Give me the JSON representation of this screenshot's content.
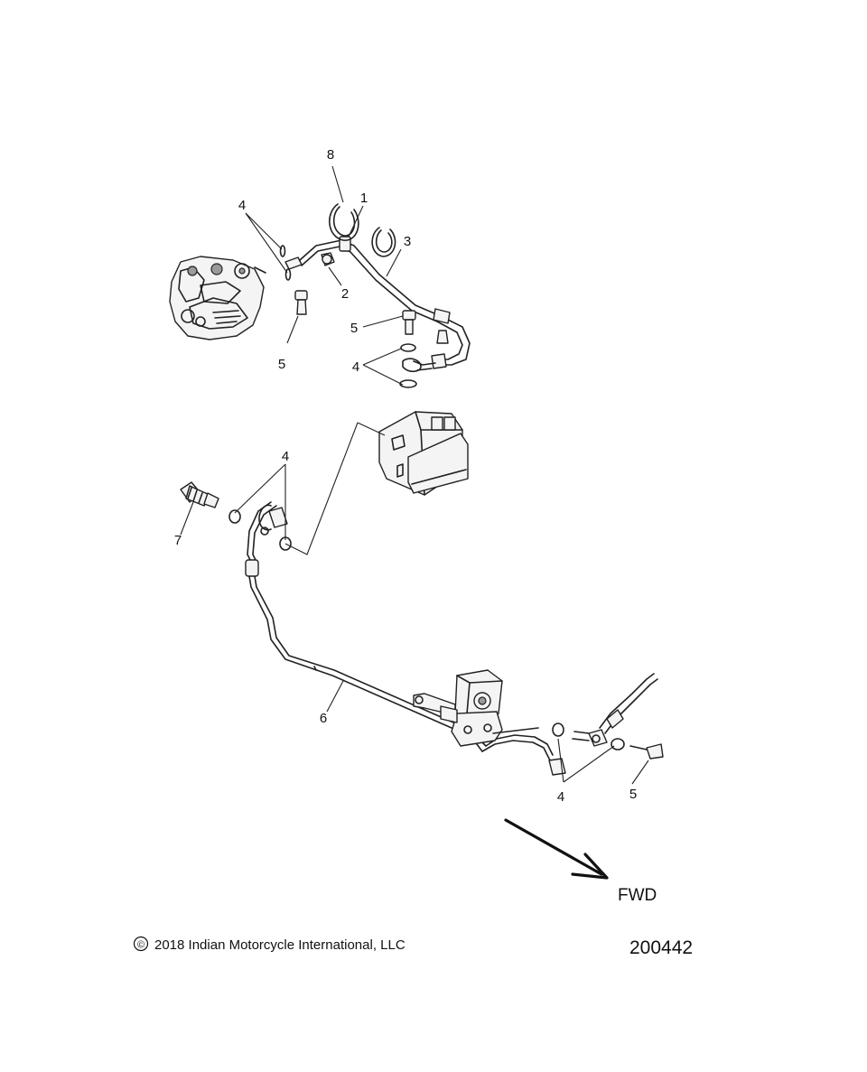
{
  "callouts": [
    {
      "id": "c8",
      "text": "8"
    },
    {
      "id": "c1",
      "text": "1"
    },
    {
      "id": "c4a",
      "text": "4"
    },
    {
      "id": "c3",
      "text": "3"
    },
    {
      "id": "c2",
      "text": "2"
    },
    {
      "id": "c5a",
      "text": "5"
    },
    {
      "id": "c5b",
      "text": "5"
    },
    {
      "id": "c4b",
      "text": "4"
    },
    {
      "id": "c4c",
      "text": "4"
    },
    {
      "id": "c7",
      "text": "7"
    },
    {
      "id": "c6",
      "text": "6"
    },
    {
      "id": "c4d",
      "text": "4"
    },
    {
      "id": "c5c",
      "text": "5"
    }
  ],
  "direction_label": "FWD",
  "copyright_symbol": "©",
  "copyright": "2018 Indian Motorcycle International, LLC",
  "document_number": "200442"
}
